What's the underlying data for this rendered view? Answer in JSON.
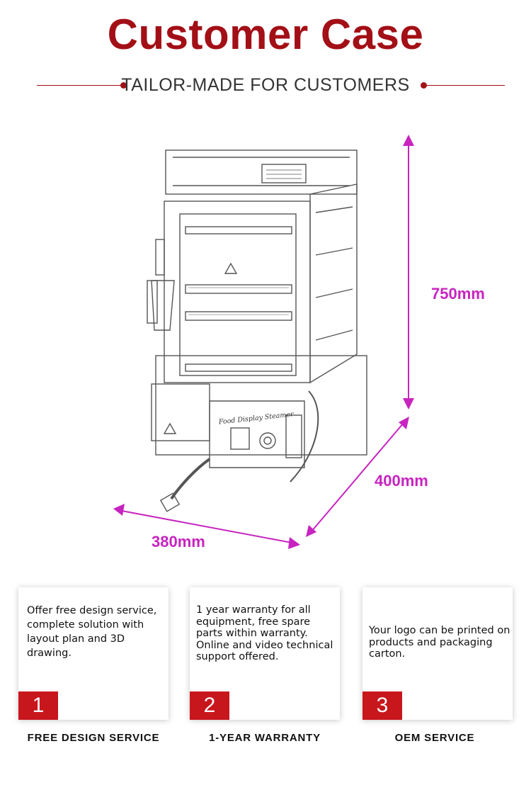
{
  "header": {
    "title": "Customer Case",
    "subtitle": "TAILOR-MADE FOR CUSTOMERS"
  },
  "product": {
    "panel_label": "Food Display Steamer",
    "dimensions": {
      "height": "750mm",
      "depth": "400mm",
      "width": "380mm"
    }
  },
  "services": [
    {
      "number": "1",
      "text": "Offer free design service,\ncomplete solution with layout plan and 3D drawing.",
      "caption": "FREE DESIGN SERVICE"
    },
    {
      "number": "2",
      "text": "1 year warranty for all equipment, free spare parts within warranty. Online and video technical support offered.",
      "caption": "1-YEAR WARRANTY"
    },
    {
      "number": "3",
      "text": "Your logo can be printed on products and packaging carton.",
      "caption": "OEM SERVICE"
    }
  ],
  "colors": {
    "brand_red": "#a30f16",
    "badge_red": "#c8161d",
    "dimension_magenta": "#c724c0"
  }
}
